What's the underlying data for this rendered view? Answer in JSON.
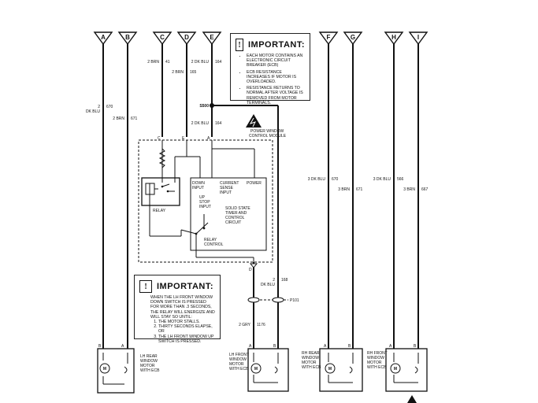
{
  "connectors": [
    {
      "id": "A",
      "label": "A"
    },
    {
      "id": "B",
      "label": "B"
    },
    {
      "id": "C",
      "label": "C"
    },
    {
      "id": "D",
      "label": "D"
    },
    {
      "id": "E",
      "label": "E"
    },
    {
      "id": "F",
      "label": "F"
    },
    {
      "id": "G",
      "label": "G"
    },
    {
      "id": "H",
      "label": "H"
    },
    {
      "id": "I",
      "label": "I"
    }
  ],
  "wires": {
    "a": {
      "size": "2",
      "circuit": "670",
      "color": "DK BLU"
    },
    "b": {
      "size": "2",
      "color": "BRN",
      "circuit": "671"
    },
    "c": {
      "text": "2 BRN",
      "circuit": "41"
    },
    "d": {
      "text": "2 BRN",
      "circuit": "165"
    },
    "e": {
      "text": "2 DK BLU",
      "circuit": "164"
    },
    "splice": "S500",
    "e2": {
      "text": "2 DK BLU",
      "circuit": "164"
    },
    "f": {
      "text": "3 DK BLU",
      "circuit": "670"
    },
    "g": {
      "text": "3 BRN",
      "circuit": "671"
    },
    "h": {
      "text": "3 DK BLU",
      "circuit": "566"
    },
    "i": {
      "text": "3 BRN",
      "circuit": "667"
    },
    "out_d": {
      "size": "2",
      "circuit": "168",
      "color": "DK BLU"
    },
    "out_gry": {
      "text": "2 GRY",
      "circuit": "1176"
    },
    "plug": "P101"
  },
  "important_top": {
    "title": "IMPORTANT:",
    "items": [
      "EACH MOTOR CONTAINS AN ELECTRONIC CIRCUIT BREAKER (ECB)",
      "ECB RESISTANCE INCREASES IF MOTOR IS OVERLOADED.",
      "RESISTANCE RETURNS TO NORMAL AFTER VOLTAGE IS REMOVED FROM MOTOR TERMINALS."
    ]
  },
  "important_bottom": {
    "title": "IMPORTANT:",
    "text": "WHEN THE LH FRONT WINDOW DOWN SWITCH IS PRESSED FOR MORE THAN .3 SECONDS, THE RELAY WILL ENERGIZE AND WILL STAY SO UNTIL:",
    "items": [
      "THE MOTOR STALLS.",
      "THIRTY SECONDS ELAPSE, OR",
      "THE LH FRONT WINDOW UP SWITCH IS PRESSED."
    ]
  },
  "module": {
    "title_line1": "POWER WINDOW",
    "title_line2": "CONTROL MODULE",
    "pin_c": "C",
    "pin_e": "E",
    "pin_a": "A",
    "pin_d": "D",
    "relay": "RELAY",
    "down_input_1": "DOWN",
    "down_input_2": "INPUT",
    "current_1": "CURRENT",
    "current_2": "SENSE",
    "current_3": "INPUT",
    "power": "POWER",
    "up_1": "UP",
    "up_2": "STOP",
    "up_3": "INPUT",
    "ss_1": "SOLID STATE",
    "ss_2": "TIMER AND",
    "ss_3": "CONTROL",
    "ss_4": "CIRCUIT",
    "rc_1": "RELAY",
    "rc_2": "CONTROL"
  },
  "motors": [
    {
      "id": "lh-rear",
      "l1": "LH REAR",
      "l2": "WINDOW",
      "l3": "MOTOR",
      "l4": "WITH ECB",
      "pin_left": "B",
      "pin_right": "A",
      "m": "M"
    },
    {
      "id": "lh-front",
      "l1": "LH FRONT",
      "l2": "WINDOW",
      "l3": "MOTOR",
      "l4": "WITH ECB",
      "pin_left": "A",
      "pin_right": "B",
      "m": "M"
    },
    {
      "id": "rh-rear",
      "l1": "RH REAR",
      "l2": "WINDOW",
      "l3": "MOTOR",
      "l4": "WITH ECB",
      "pin_left": "A",
      "pin_right": "B",
      "m": "M"
    },
    {
      "id": "rh-front",
      "l1": "RH FRONT",
      "l2": "WINDOW",
      "l3": "MOTOR",
      "l4": "WITH ECB",
      "pin_left": "A",
      "pin_right": "B",
      "m": "M"
    }
  ]
}
